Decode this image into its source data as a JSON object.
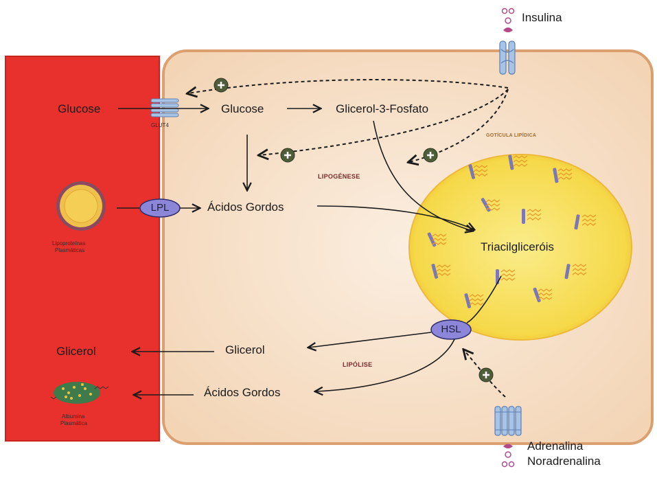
{
  "labels": {
    "insulina": "Insulina",
    "adrenalina": "Adrenalina",
    "noradrenalina": "Noradrenalina",
    "glucose_blood": "Glucose",
    "glut4": "GLUT4",
    "glucose_cell": "Glucose",
    "glicerol3p": "Glicerol-3-Fosfato",
    "acidos_gordos_top": "Ácidos Gordos",
    "lpl": "LPL",
    "lipoproteinas_line1": "Lipoproteínas",
    "lipoproteinas_line2": "Plasmáticas",
    "lipogenese": "LIPOGÉNESE",
    "goticula": "GOTÍCULA LIPÍDICA",
    "triacilgliceróis": "Triacilgliceróis",
    "hsl": "HSL",
    "glicerol_cell": "Glicerol",
    "glicerol_blood": "Glicerol",
    "acidos_gordos_bottom": "Ácidos Gordos",
    "lipolise": "LIPÓLISE",
    "albumina_line1": "Albumina",
    "albumina_line2": "Plasmática"
  },
  "colors": {
    "blood": "#e8312c",
    "cell": "#f6dfc7",
    "cell_border": "#dca070",
    "droplet": "#f7dc52",
    "enzyme": "#8c86d8",
    "plus": "#4e5e3a"
  }
}
